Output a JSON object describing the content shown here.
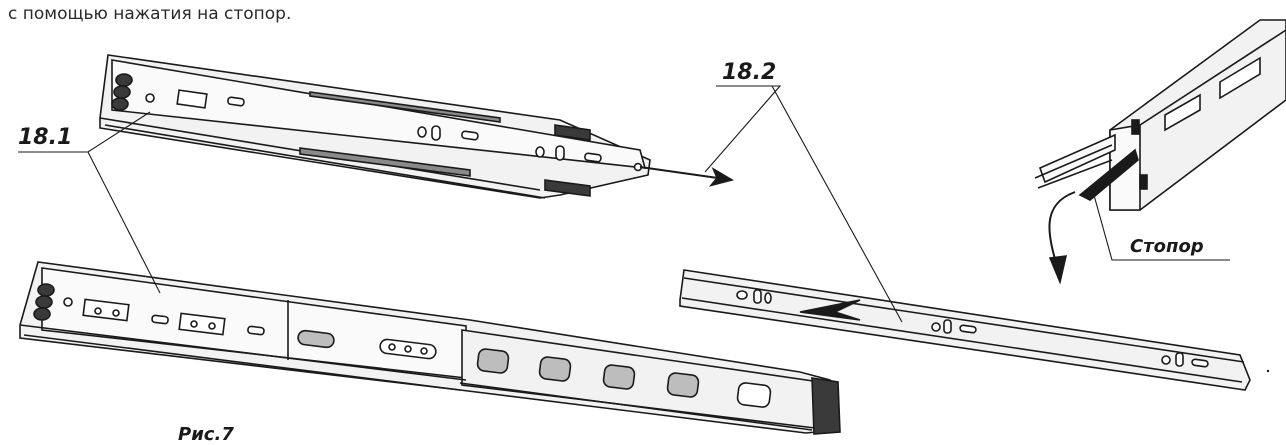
{
  "intro_text": "с помощью нажатия на стопор.",
  "labels": {
    "part_18_1": "18.1",
    "part_18_2": "18.2",
    "stopper": "Стопор",
    "figure": "Рис.7"
  },
  "colors": {
    "line": "#1a1a1a",
    "rail_fill": "#f2f2f2",
    "dark_part": "#3a3a3a",
    "grey_strip": "#8a8a8a",
    "hole_fill": "#bdbdbd"
  }
}
